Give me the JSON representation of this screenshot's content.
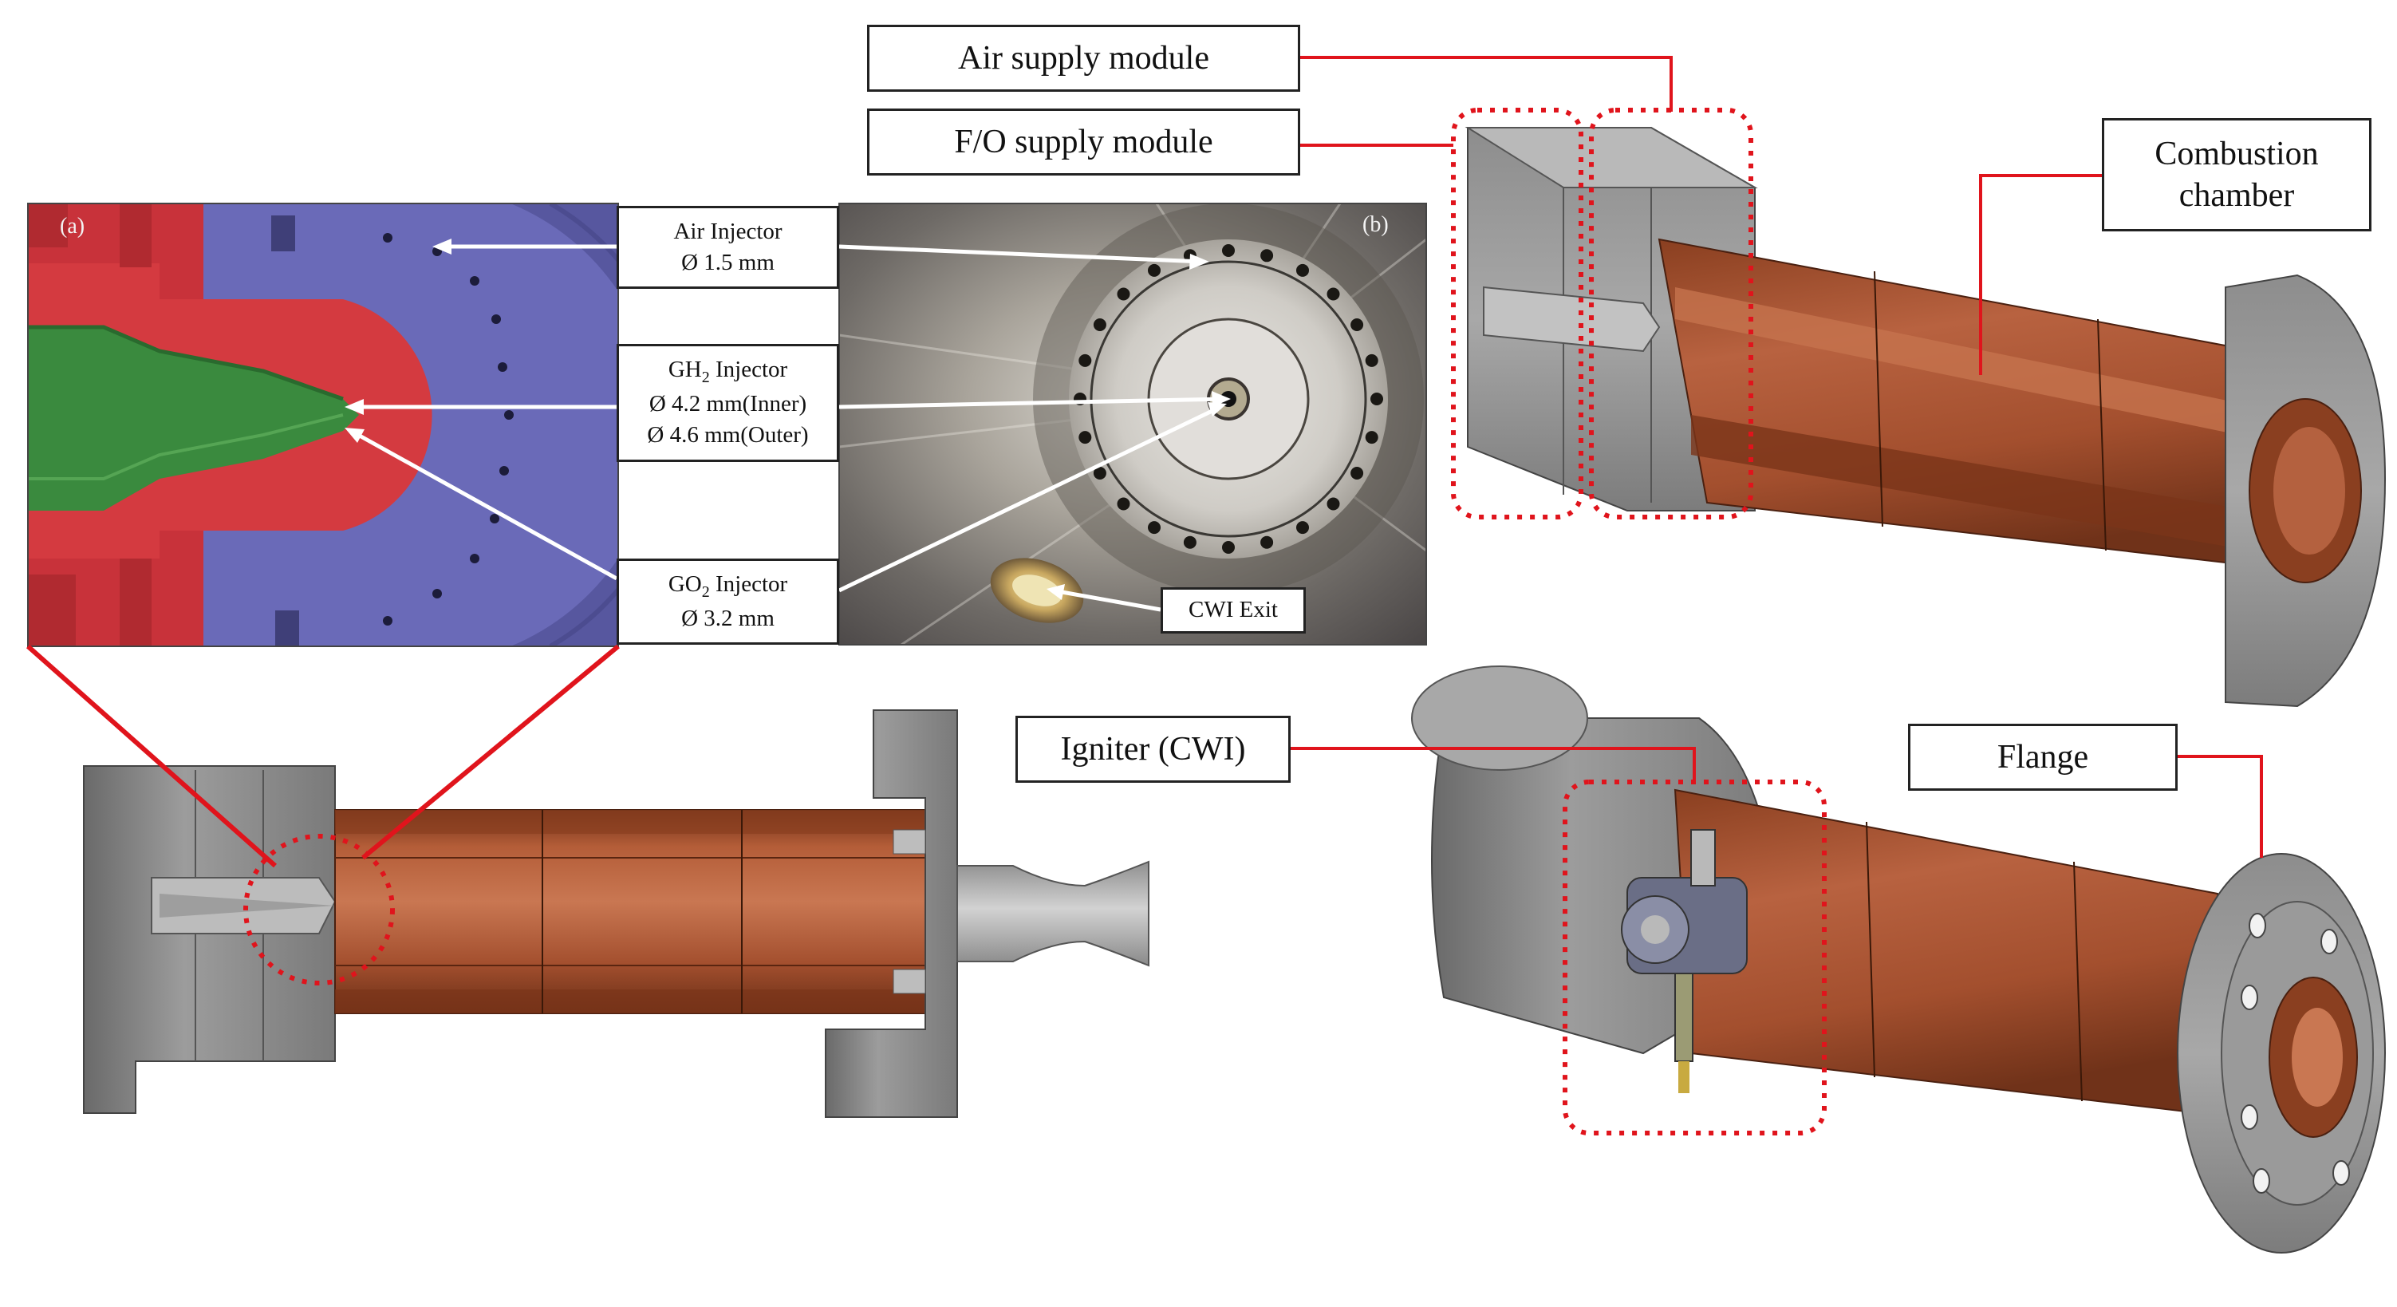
{
  "panels": {
    "a": "(a)",
    "b": "(b)"
  },
  "callouts": {
    "air_supply_module": "Air supply module",
    "fo_supply_module": "F/O supply module",
    "combustion_chamber": [
      "Combustion",
      "chamber"
    ],
    "igniter": "Igniter (CWI)",
    "flange": "Flange",
    "cwi_exit": "CWI Exit"
  },
  "injectors": {
    "air": {
      "name": "Air Injector",
      "dims": [
        "Ø 1.5 mm"
      ]
    },
    "gh2": {
      "name_main": "GH",
      "name_sub": "2",
      "name_tail": " Injector",
      "dims": [
        "Ø 4.2 mm(Inner)",
        "Ø 4.6 mm(Outer)"
      ]
    },
    "go2": {
      "name_main": "GO",
      "name_sub": "2",
      "name_tail": " Injector",
      "dims": [
        "Ø 3.2 mm"
      ]
    }
  },
  "colors": {
    "leader_red": "#e0141c",
    "copper": "#a4502f",
    "copper_light": "#c2704c",
    "copper_dark": "#6e3118",
    "steel": "#9a9a9a",
    "steel_dark": "#5c5c5c",
    "section_red": "#c8323a",
    "section_blue": "#6a6ab8",
    "section_green": "#3a8a3e"
  }
}
